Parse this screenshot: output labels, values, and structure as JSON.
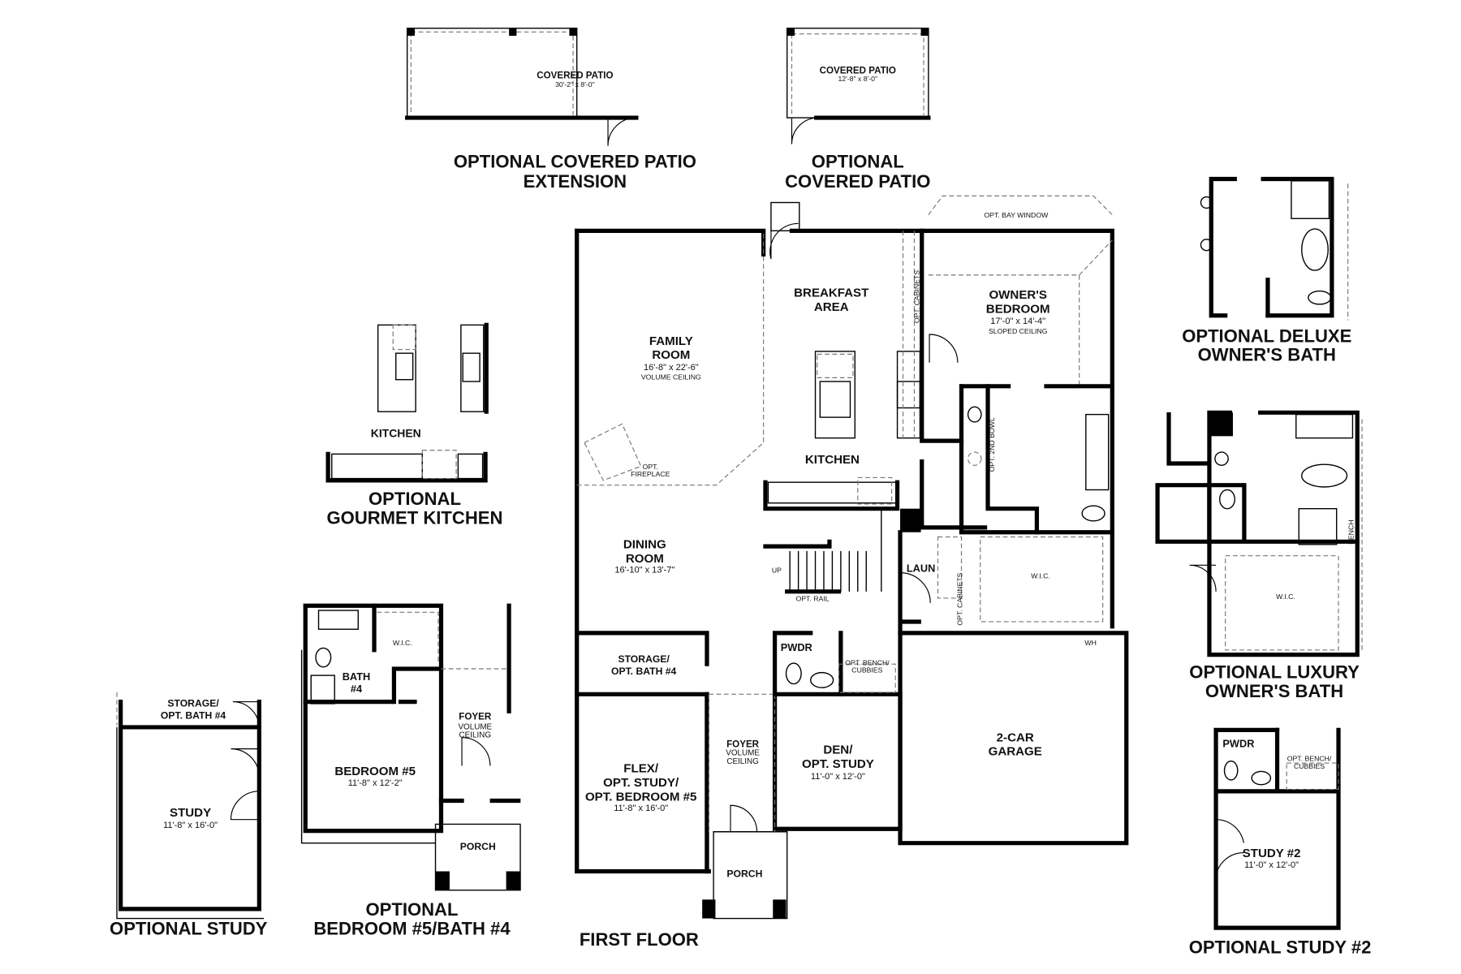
{
  "first_floor": {
    "title": "FIRST FLOOR",
    "family_room": {
      "name": [
        "FAMILY",
        "ROOM"
      ],
      "size": "16'-8\" x 22'-6\"",
      "note": "VOLUME CEILING"
    },
    "fireplace": [
      "OPT.",
      "FIREPLACE"
    ],
    "breakfast": [
      "BREAKFAST",
      "AREA"
    ],
    "opt_cabinets_kitchen": "OPT. CABINETS",
    "bay_window": "OPT. BAY WINDOW",
    "owners_bedroom": {
      "name": [
        "OWNER'S",
        "BEDROOM"
      ],
      "size": "17'-0\" x 14'-4\"",
      "note": "SLOPED CEILING"
    },
    "kitchen": "KITCHEN",
    "second_bowl": "OPT. 2ND BOWL",
    "dining_room": {
      "name": [
        "DINING",
        "ROOM"
      ],
      "size": "16'-10\" x 13'-7\""
    },
    "stairs_up": "UP",
    "opt_rail": "OPT. RAIL",
    "laundry": "LAUN",
    "opt_cabinets_laundry": "OPT. CABINETS",
    "wic": "W.I.C.",
    "water_heater": "WH",
    "powder": "PWDR",
    "bench": [
      "OPT. BENCH/",
      "CUBBIES"
    ],
    "storage": [
      "STORAGE/",
      "OPT. BATH #4"
    ],
    "foyer": [
      "FOYER",
      "VOLUME",
      "CEILING"
    ],
    "den": {
      "name": [
        "DEN/",
        "OPT. STUDY"
      ],
      "size": "11'-0\" x 12'-0\""
    },
    "garage": [
      "2-CAR",
      "GARAGE"
    ],
    "flex": {
      "name": [
        "FLEX/",
        "OPT. STUDY/",
        "OPT. BEDROOM #5"
      ],
      "size": "11'-8\" x 16'-0\""
    },
    "porch": "PORCH"
  },
  "patio_extension": {
    "room": "COVERED PATIO",
    "size": "30'-2\" x 8'-0\"",
    "title": [
      "OPTIONAL COVERED PATIO",
      "EXTENSION"
    ]
  },
  "patio": {
    "room": "COVERED PATIO",
    "size": "12'-8\" x 8'-0\"",
    "title": [
      "OPTIONAL",
      "COVERED PATIO"
    ]
  },
  "gourmet_kitchen": {
    "room": "KITCHEN",
    "title": [
      "OPTIONAL",
      "GOURMET KITCHEN"
    ]
  },
  "opt_study": {
    "storage": [
      "STORAGE/",
      "OPT. BATH #4"
    ],
    "room": "STUDY",
    "size": "11'-8\" x 16'-0\"",
    "title": "OPTIONAL STUDY"
  },
  "opt_bedroom5": {
    "bath": [
      "BATH",
      "#4"
    ],
    "wic": "W.I.C.",
    "room": "BEDROOM #5",
    "size": "11'-8\" x 12'-2\"",
    "foyer": [
      "FOYER",
      "VOLUME",
      "CEILING"
    ],
    "porch": "PORCH",
    "title": [
      "OPTIONAL",
      "BEDROOM #5/BATH #4"
    ]
  },
  "deluxe_bath": {
    "title": [
      "OPTIONAL DELUXE",
      "OWNER'S BATH"
    ]
  },
  "luxury_bath": {
    "wic": "W.I.C.",
    "bench": "BENCH",
    "title": [
      "OPTIONAL LUXURY",
      "OWNER'S BATH"
    ]
  },
  "opt_study2": {
    "powder": "PWDR",
    "bench": [
      "OPT. BENCH/",
      "CUBBIES"
    ],
    "room": "STUDY #2",
    "size": "11'-0\" x 12'-0\"",
    "title": "OPTIONAL STUDY #2"
  }
}
